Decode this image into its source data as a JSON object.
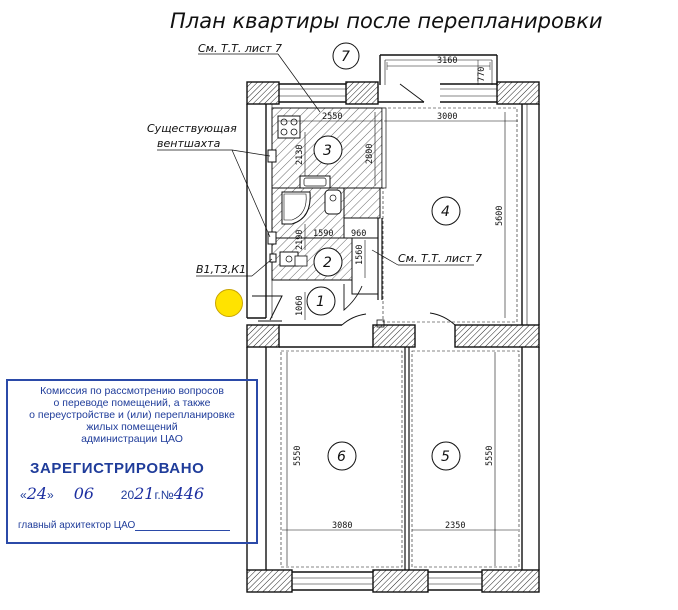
{
  "title": "План квартиры после перепланировки",
  "notes": {
    "see_tt_top": "См. Т.Т. лист 7",
    "shaft_line1": "Существующая",
    "shaft_line2": "вентшахта",
    "risers": "В1,Т3,К1",
    "see_tt_right": "См. Т.Т. лист 7"
  },
  "rooms": [
    "1",
    "2",
    "3",
    "4",
    "5",
    "6",
    "7"
  ],
  "dimensions": {
    "balcony_width": "3160",
    "balcony_depth": "770",
    "kitchen_width": "2550",
    "room4_width": "3000",
    "kitchen_depth": "2130",
    "kitchen_depth2": "2800",
    "room4_depth": "5600",
    "bath_depth": "2190",
    "wc_width": "1590",
    "bath_width": "960",
    "wc_depth": "1560",
    "hall_depth": "1060",
    "room6_depth": "5550",
    "room5_depth": "5550",
    "room6_width": "3080",
    "room5_width": "2350"
  },
  "stamp": {
    "line1": "Комиссия по рассмотрению вопросов",
    "line2": "о переводе помещений, а также",
    "line3": "о переустройстве и (или) перепланировке",
    "line4": "жилых помещений",
    "line5": "администрации ЦАО",
    "registered": "ЗАРЕГИСТРИРОВАНО",
    "day": "24",
    "month": "06",
    "year_prefix": "20",
    "year_suffix": "21",
    "year_tail": "г.№",
    "number": "446",
    "architect": "главный архитектор ЦАО"
  },
  "colors": {
    "stamp_ink": "#2b4aa8",
    "marker": "#ffe300"
  }
}
